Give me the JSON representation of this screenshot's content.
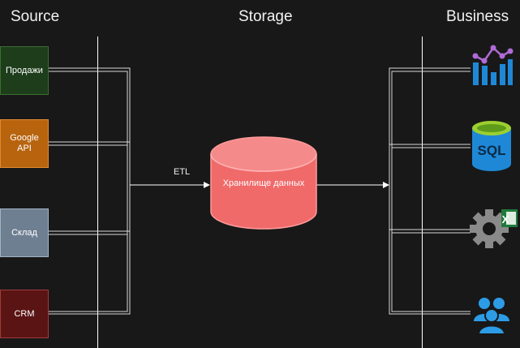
{
  "headings": {
    "source": "Source",
    "storage": "Storage",
    "business": "Business"
  },
  "sources": {
    "sales": "Продажи",
    "google": "Google API",
    "warehouse": "Склад",
    "crm": "CRM"
  },
  "storage": {
    "db_label": "Хранилище данных",
    "etl_label": "ETL"
  },
  "business_icons": {
    "chart": "bar-line-chart-icon",
    "sql": "sql-database-icon",
    "excel": "gear-excel-icon",
    "users": "users-group-icon",
    "sql_text": "SQL"
  },
  "colors": {
    "background": "#181818",
    "sales": "#1d3d1b",
    "google": "#b8640f",
    "warehouse": "#6f7f92",
    "crm": "#5a1414",
    "database": "#f06a6a",
    "accent_blue": "#1e88d6"
  }
}
